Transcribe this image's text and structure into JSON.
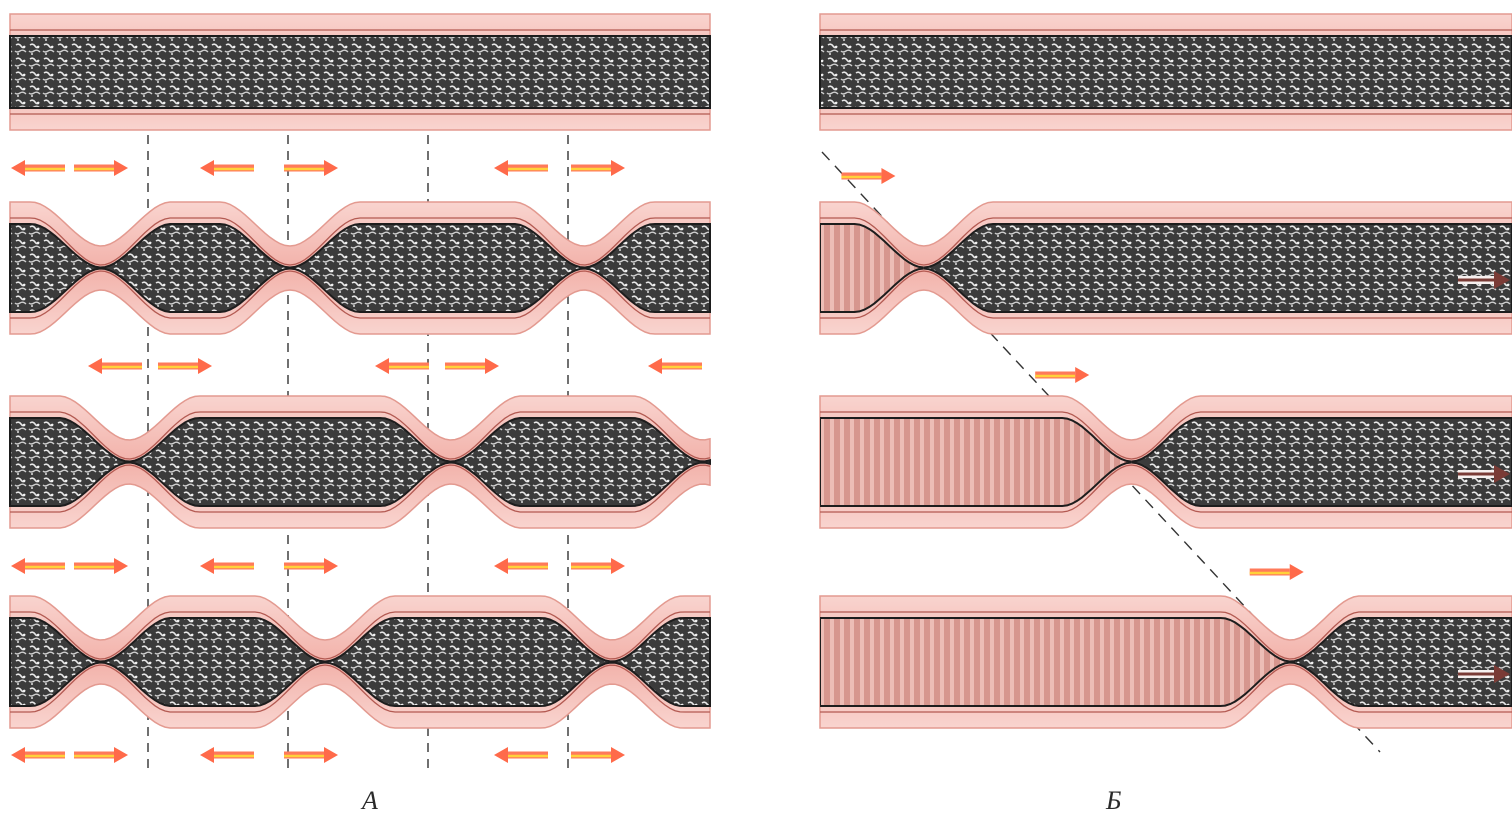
{
  "panels": [
    {
      "id": "A",
      "label": "А",
      "description_type": "segmentation",
      "rows": [
        {
          "state": "relaxed",
          "constrictions": []
        },
        {
          "state": "segmented",
          "constrictions": [
            0.13,
            0.4,
            0.82
          ]
        },
        {
          "state": "segmented",
          "constrictions": [
            0.17,
            0.63,
            0.99
          ]
        },
        {
          "state": "segmented",
          "constrictions": [
            0.13,
            0.45,
            0.86
          ]
        }
      ],
      "arrow_rows": [
        {
          "arrows": [
            [
              "left",
              0.04
            ],
            [
              "right",
              0.13
            ],
            [
              "left",
              0.31
            ],
            [
              "right",
              0.43
            ],
            [
              "left",
              0.73
            ],
            [
              "right",
              0.84
            ]
          ]
        },
        {
          "arrows": [
            [
              "left",
              0.15
            ],
            [
              "right",
              0.25
            ],
            [
              "left",
              0.56
            ],
            [
              "right",
              0.66
            ],
            [
              "left",
              0.95
            ]
          ]
        },
        {
          "arrows": [
            [
              "left",
              0.04
            ],
            [
              "right",
              0.13
            ],
            [
              "left",
              0.31
            ],
            [
              "right",
              0.43
            ],
            [
              "left",
              0.73
            ],
            [
              "right",
              0.84
            ]
          ]
        },
        {
          "arrows": [
            [
              "left",
              0.04
            ],
            [
              "right",
              0.13
            ],
            [
              "left",
              0.31
            ],
            [
              "right",
              0.43
            ],
            [
              "left",
              0.73
            ],
            [
              "right",
              0.84
            ]
          ]
        }
      ],
      "dashed_guides": [
        0.2,
        0.4,
        0.6,
        0.8
      ],
      "colors": {
        "wall": "#f2b7b0",
        "wall_edge": "#d9867e",
        "content": "#3a3a3a"
      }
    },
    {
      "id": "B",
      "label": "Б",
      "description_type": "peristalsis",
      "rows": [
        {
          "state": "relaxed",
          "constriction": null
        },
        {
          "state": "peristaltic",
          "constriction": 0.15
        },
        {
          "state": "peristaltic",
          "constriction": 0.45
        },
        {
          "state": "peristaltic",
          "constriction": 0.68
        }
      ],
      "arrow_rows": [
        {
          "arrows": [
            [
              "right",
              0.07
            ]
          ]
        },
        {
          "arrows": [
            [
              "right",
              0.35
            ]
          ]
        },
        {
          "arrows": [
            [
              "right",
              0.66
            ]
          ]
        }
      ],
      "colors": {
        "wall": "#f2b7b0",
        "empty_lumen": "#d99a92",
        "content": "#3a3a3a"
      }
    }
  ]
}
